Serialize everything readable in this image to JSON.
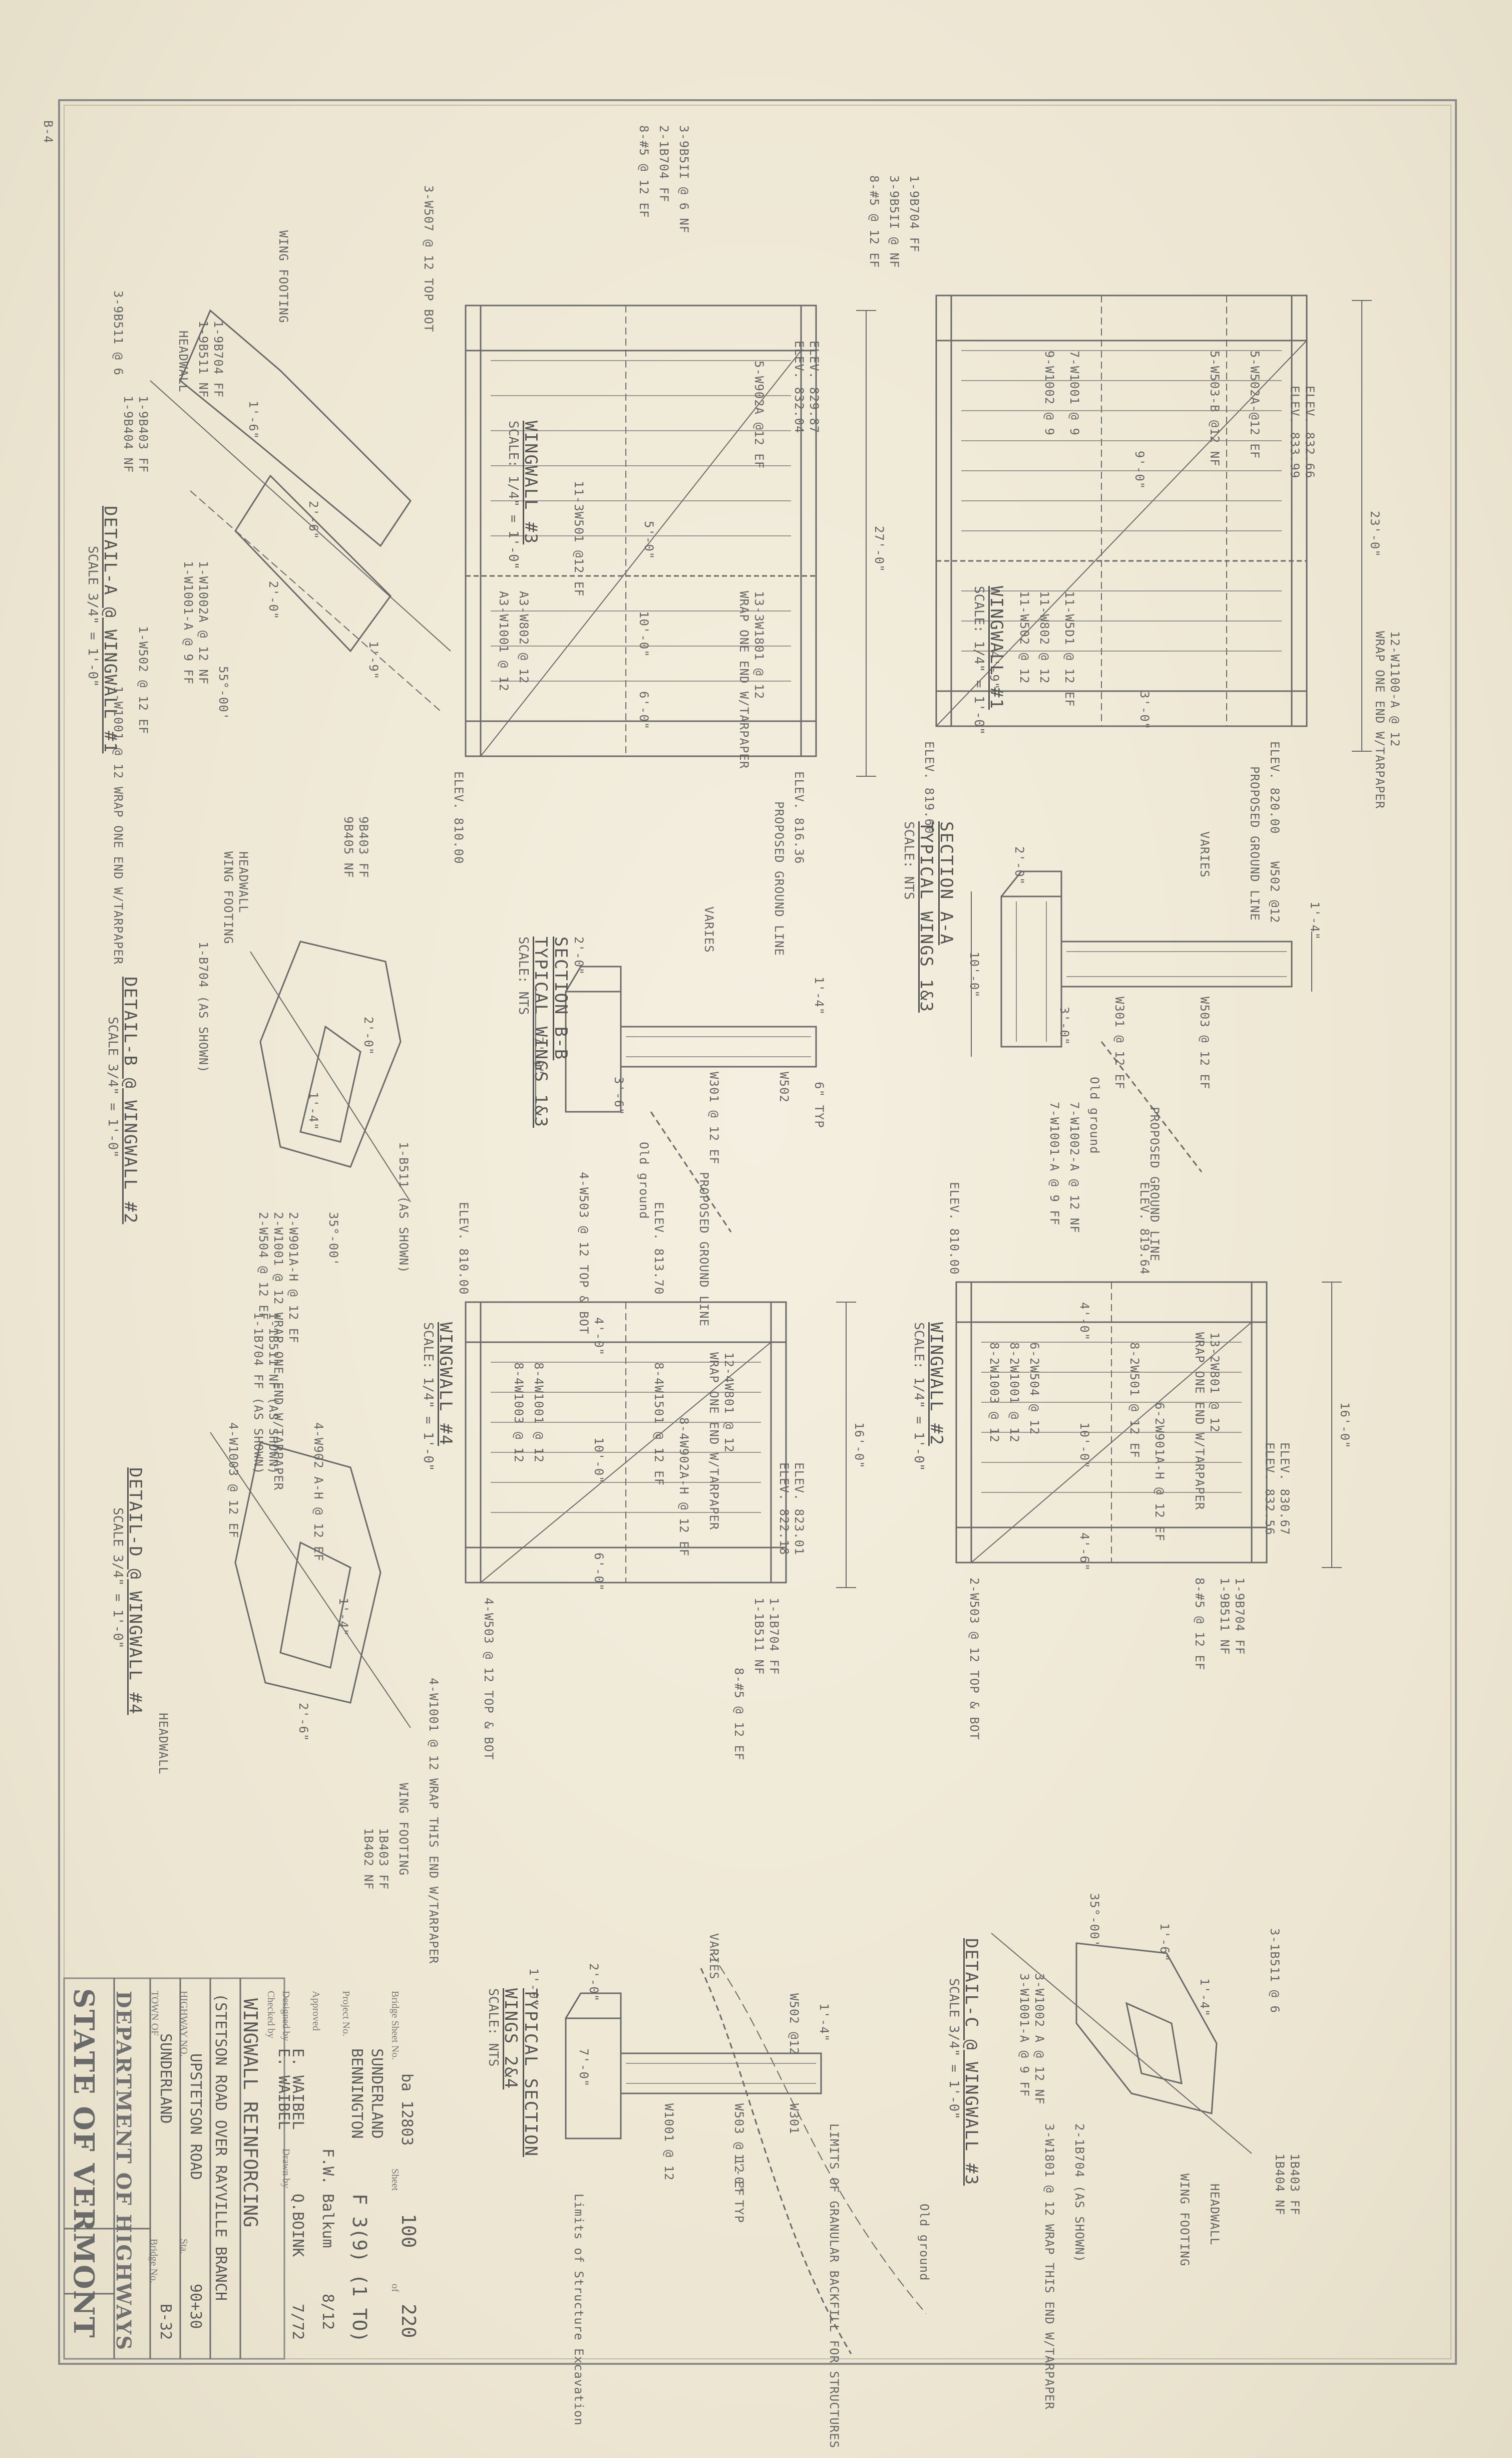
{
  "corner_mark": "B-4",
  "title_block": {
    "state": "STATE OF VERMONT",
    "department": "DEPARTMENT OF HIGHWAYS",
    "town_label": "TOWN OF",
    "town": "SUNDERLAND",
    "highway_label": "HIGHWAY NO.",
    "highway": "UPSTETSON ROAD",
    "description_1": "(STETSON ROAD OVER RAYVILLE BRANCH",
    "description_2": "WINGWALL REINFORCING",
    "bridge_no_label": "Bridge No.",
    "bridge_no": "B-32",
    "sta_label": "Sta.",
    "sta": "90+30",
    "checked_label": "Checked by",
    "checked": "E. WAIBEL",
    "designed_label": "Designed by",
    "designed": "E. WAIBEL",
    "drawn_label": "Drawn by",
    "drawn": "Q.BOINK",
    "approved_label": "Approved",
    "approved": "F.W. Balkum",
    "date_1": "8/12",
    "date_2": "7/72",
    "project_label": "Project No.",
    "project": "F 3(9) (1 TO)",
    "county": "BENNINGTON",
    "town_2": "SUNDERLAND",
    "bridge_sheet_label": "Bridge Sheet No.",
    "bridge_sheet": "ba 12803",
    "sheet_label": "Sheet",
    "sheet_no": "100",
    "of_label": "of",
    "total_sheets": "220"
  },
  "views": {
    "wingwall_1": {
      "title": "WINGWALL #1",
      "scale": "SCALE: 1/4\" = 1'-0\""
    },
    "wingwall_3": {
      "title": "WINGWALL #3",
      "scale": "SCALE: 1/4\" = 1'-0\""
    },
    "wingwall_2": {
      "title": "WINGWALL #2",
      "scale": "SCALE: 1/4\" = 1'-0\""
    },
    "wingwall_4": {
      "title": "WINGWALL #4",
      "scale": "SCALE: 1/4\" = 1'-0\""
    },
    "section_aa": {
      "title": "SECTION A-A",
      "subtitle": "TYPICAL WINGS 1&3",
      "scale": "SCALE: NTS"
    },
    "section_bb": {
      "title": "SECTION B-B",
      "subtitle": "TYPICAL WINGS 1&3",
      "scale": "SCALE: NTS"
    },
    "typical_section": {
      "title": "TYPICAL SECTION",
      "subtitle": "WINGS 2&4",
      "scale": "SCALE: NTS"
    },
    "detail_a": {
      "title": "DETAIL-A @ WINGWALL #1",
      "scale": "SCALE 3/4\" = 1'-0\""
    },
    "detail_b": {
      "title": "DETAIL-B @ WINGWALL #2",
      "scale": "SCALE 3/4\" = 1'-0\""
    },
    "detail_c": {
      "title": "DETAIL-C @ WINGWALL #3",
      "scale": "SCALE 3/4\" = 1'-0\""
    },
    "detail_d": {
      "title": "DETAIL-D @ WINGWALL #4",
      "scale": "SCALE 3/4\" = 1'-0\""
    }
  },
  "callouts": {
    "ww1": [
      "1-9B704 FF",
      "3-9B5II @ NF",
      "8-#5 @ 12 EF",
      "ELEV. 832.66",
      "ELEV. 833.99",
      "5-W502A-@12 EF",
      "5-W503-B @12 NF",
      "7-W1001 @ 9",
      "11-W5D1 @ 12 EF",
      "11-W802 @ 12",
      "11-W502 @ 12",
      "9-W1002 @ 9",
      "12-W1100-A @ 12",
      "WRAP ONE END W/TARPAPER",
      "ELEV. 819.60",
      "ELEV. 820.00",
      "PROPOSED GROUND LINE",
      "23'-0\"",
      "9'-0\"",
      "4'-9\"",
      "3'-0\""
    ],
    "ww3": [
      "3-W507 @ 12 TOP BOT",
      "3-9B5II @ 6 NF",
      "2-1B704 FF",
      "8-#5 @ 12 EF",
      "ELEV. 829.87",
      "ELEV. 832.04",
      "5-W902A @12 EF",
      "11-3W501 @12 EF",
      "13-3W1801 @ 12",
      "WRAP ONE END W/TARPAPER",
      "A3-W802 @ 12",
      "A3-W1001 @ 12",
      "ELEV. 810.00",
      "ELEV. 816.36",
      "PROPOSED GROUND LINE",
      "27'-0\"",
      "5'-0\"",
      "10'-0\"",
      "6'-0\""
    ],
    "section_aa": [
      "VARIES",
      "1'-4\"",
      "W502 @12",
      "W503 @ 12 EF",
      "W301 @ 12 EF",
      "10'-0\"",
      "3'-0\"",
      "2'-0\"",
      "Old ground",
      "PROPOSED GROUND LINE",
      "7-W1002-A @ 12 NF",
      "7-W1001-A @ 9 FF"
    ],
    "section_bb": [
      "VARIES",
      "1'-4\"",
      "W502",
      "W301 @ 12 EF",
      "7'-0\"",
      "2'-0\"",
      "3'-6\"",
      "6\" TYP",
      "Old ground",
      "PROPOSED GROUND LINE",
      "4-W503 @ 12 TOP & BOT"
    ],
    "ww2": [
      "ELEV. 810.00",
      "ELEV. 819.64",
      "13-2W801 @ 12",
      "WRAP ONE END W/TARPAPER",
      "8-2W501 @ 12 EF",
      "6-2W504 @ 12",
      "8-2W1001 @ 12",
      "8-2W1003 @ 12",
      "6-2W901A-H @ 12 EF",
      "ELEV. 830.67",
      "ELEV. 832.56",
      "1-9B704 FF",
      "1-9B511 NF",
      "8-#5 @ 12 EF",
      "2-W503 @ 12 TOP & BOT",
      "16'-0\"",
      "4'-0\"",
      "10'-0\"",
      "4'-6\""
    ],
    "ww4": [
      "ELEV. 810.00",
      "ELEV. 813.70",
      "12-4W801 @ 12",
      "WRAP ONE END W/TARPAPER",
      "8-4W1501 @ 12 EF",
      "8-4W1001 @ 12",
      "8-4W1003 @ 12",
      "8-4W902A-H @ 12 EF",
      "ELEV. 823.01",
      "ELEV. 822.18",
      "1-1B704 FF",
      "1-1B511 NF",
      "8-#5 @ 12 EF",
      "4-W503 @ 12 TOP & BOT",
      "16'-0\"",
      "4'-0\"",
      "10'-0\"",
      "6'-0\""
    ],
    "typical_section": [
      "VARIES",
      "1'-4\"",
      "W502 @12",
      "W503 @ 12 EF",
      "W301",
      "W1001 @ 12",
      "7'-0\"",
      "2'-0\"",
      "1'-0\"",
      "1'-0\" TYP",
      "LIMITS OF GRANULAR BACKFILL FOR STRUCTURES",
      "Old ground",
      "Limits of Structure Excavation"
    ],
    "detail_a": [
      "WING FOOTING",
      "HEADWALL",
      "1-9B704 FF",
      "1-9B511 NF",
      "3-9B511 @ 6",
      "1-9B403 FF",
      "1-9B404 NF",
      "1-W1002A @ 12 NF",
      "1-W1001-A @ 9 FF",
      "1-W1001 @ 12 WRAP ONE END W/TARPAPER",
      "1-W502 @ 12 EF",
      "55°-00'",
      "1'-6\"",
      "2'-6\"",
      "1'-9\"",
      "2'-0\""
    ],
    "detail_b": [
      "HEADWALL",
      "WING FOOTING",
      "9B403 FF",
      "9B405 NF",
      "1-B704 (AS SHOWN)",
      "1-B511 (AS SHOWN)",
      "2-W901A-H @ 12 EF",
      "2-W1001 @ 12 WRAP ONE END W/TARPAPER",
      "2-W504 @ 12 EF",
      "35°-00'",
      "1'-4\"",
      "2'-0\""
    ],
    "detail_c": [
      "HEADWALL",
      "WING FOOTING",
      "3-1B511 @ 6",
      "1B403 FF",
      "1B404 NF",
      "3-W1002 A @ 12 NF",
      "3-W1001-A @ 9 FF",
      "3-W1801 @ 12 WRAP THIS END W/TARPAPER",
      "2-1B704 (AS SHOWN)",
      "35°-00'",
      "1'-6\"",
      "1'-4\""
    ],
    "detail_d": [
      "HEADWALL",
      "WING FOOTING",
      "1-1B511 NF (AS SHOWN)",
      "1-1B704 FF (AS SHOWN)",
      "4-W902 A-H @ 12 EF",
      "4-W1001 @ 12 WRAP THIS END W/TARPAPER",
      "4-W1003 @ 12 EF",
      "1B403 FF",
      "1B402 NF",
      "1'-4\"",
      "2'-6\""
    ]
  }
}
